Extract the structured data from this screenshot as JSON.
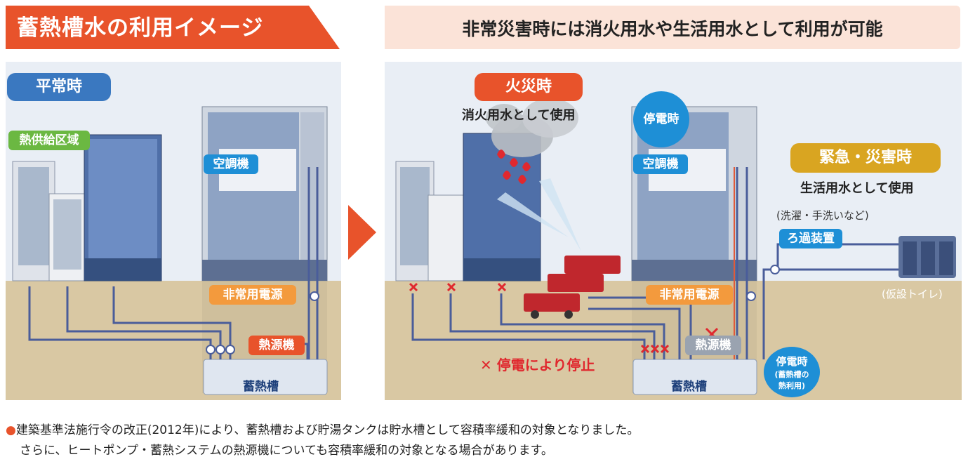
{
  "header": {
    "title": "蓄熱槽水の利用イメージ",
    "subtitle": "非常災害時には消火用水や生活用水として利用が可能"
  },
  "left_panel": {
    "badge": "平常時",
    "district_label": "熱供給区域",
    "aircon_label": "空調機",
    "power_label": "非常用電源",
    "heat_source_label": "熱源機",
    "tank_label": "蓄熱槽"
  },
  "right_panel": {
    "fire_badge": "火災時",
    "fire_caption": "消火用水として使用",
    "outage_bubble": "停電時",
    "aircon_label": "空調機",
    "emergency_badge": "緊急・災害時",
    "emergency_caption": "生活用水として使用",
    "laundry_note": "(洗濯・手洗いなど)",
    "filter_label": "ろ過装置",
    "toilet_label": "(仮設トイレ)",
    "power_label": "非常用電源",
    "heat_source_label": "熱源機",
    "tank_label": "蓄熱槽",
    "stop_note": "停電により停止",
    "outage_bubble2_title": "停電時",
    "outage_bubble2_line1": "(蓄熱槽の",
    "outage_bubble2_line2": "熱利用)"
  },
  "notes": {
    "line1": "建築基準法施行令の改正(2012年)により、蓄熱槽および貯湯タンクは貯水槽として容積率緩和の対象となりました。",
    "line2": "さらに、ヒートポンプ・蓄熱システムの熱源機についても容積率緩和の対象となる場合があります。"
  },
  "colors": {
    "accent_orange": "#e8532b",
    "ground": "#d9c8a3",
    "sky": "#e9eef5",
    "pipe": "#4a5d9a",
    "label_orange": "#f39a3d",
    "label_blue": "#1e8fd6",
    "badge_blue": "#3a78c0",
    "badge_green": "#6bb842",
    "badge_gold": "#d9a521",
    "cross_red": "#e0282e"
  }
}
